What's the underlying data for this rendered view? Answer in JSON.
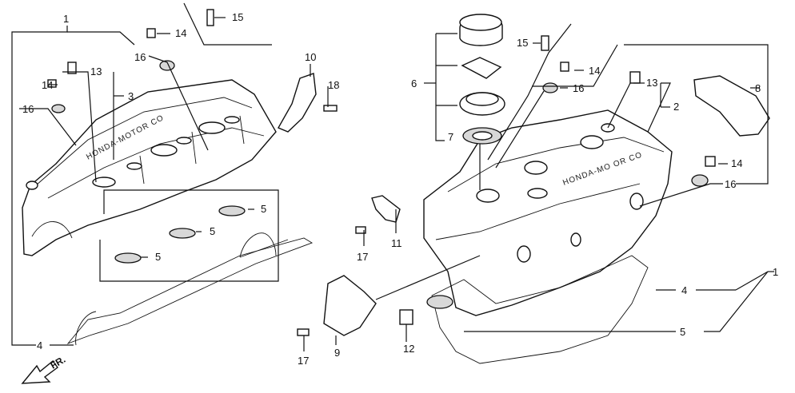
{
  "callouts": {
    "c1_left": "1",
    "c16_upper": "16",
    "c13_left": "13",
    "c14_left": "14",
    "c3": "3",
    "c16_left": "16",
    "c14_top": "14",
    "c15_top": "15",
    "c10": "10",
    "c18": "18",
    "c5_a": "5",
    "c5_b": "5",
    "c5_c": "5",
    "c4_left": "4",
    "c15_mid": "15",
    "c6": "6",
    "c14_mid": "14",
    "c16_mid": "16",
    "c7": "7",
    "c13_right": "13",
    "c2": "2",
    "c8": "8",
    "c14_right": "14",
    "c16_right": "16",
    "c11": "11",
    "c17_upper": "17",
    "c1_right": "1",
    "c4_right": "4",
    "c5_right": "5",
    "c9": "9",
    "c12": "12",
    "c17_lower": "17"
  },
  "stamp_left": "HONDA-MOTOR CO",
  "stamp_right": "HONDA-MO OR CO",
  "direction_label": "FR."
}
